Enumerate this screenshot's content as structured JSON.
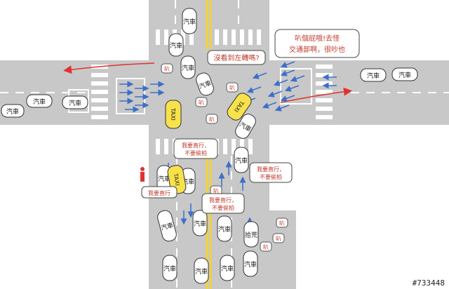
{
  "labels": {
    "car": "汽車",
    "scooter": "叭",
    "taxi": "TAXI",
    "pickup": "拾荒"
  },
  "speech": {
    "left_turn": "沒看到左轉嗎?",
    "horn_line1": "叭個屁哦!去怪",
    "horn_line2": "交通部啊，很吵也",
    "straight1_line1": "我要直行，",
    "straight1_line2": "不要偷拍",
    "straight2_line1": "我要直行，",
    "straight2_line2": "不要偷拍",
    "straight3": "我要直行",
    "straight4_line1": "我要直行，",
    "straight4_line2": "不要偷拍"
  },
  "watermark": "#733448",
  "colors": {
    "road": "#c8c8c8",
    "lane_yellow": "#f3d23a",
    "arrow_red": "#e0322f",
    "arrow_blue": "#3c6fc9",
    "taxi": "#f7e24b"
  }
}
